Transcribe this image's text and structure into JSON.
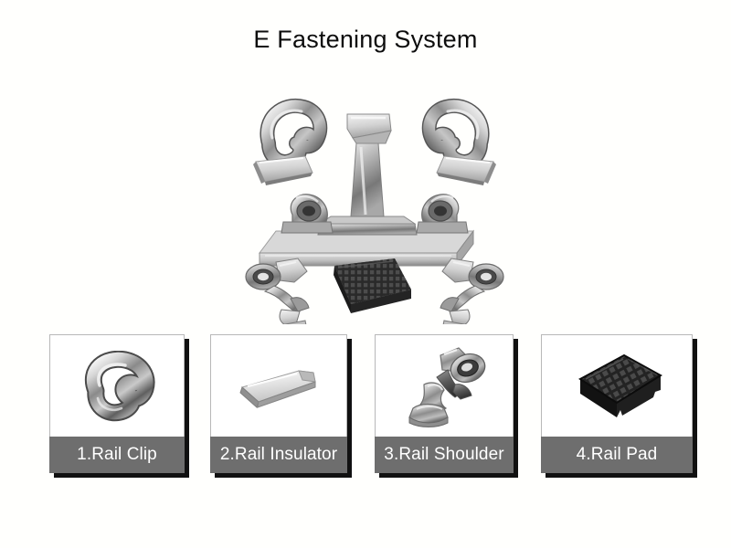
{
  "page": {
    "title": "E Fastening System",
    "background_color": "#fffffd"
  },
  "assembly": {
    "name": "e-fastening-system-exploded-assembly",
    "description": "Exploded view of an E-type rail fastening system showing two rail clips above, two rail insulators, a rail section on a baseplate with two rail shoulders, and below two rail shoulders flanking a rail pad",
    "parts": [
      {
        "name": "rail-clip-left",
        "type": "rail-clip"
      },
      {
        "name": "rail-clip-right",
        "type": "rail-clip"
      },
      {
        "name": "rail-insulator-left",
        "type": "rail-insulator"
      },
      {
        "name": "rail-insulator-right",
        "type": "rail-insulator"
      },
      {
        "name": "rail-section",
        "type": "rail"
      },
      {
        "name": "baseplate",
        "type": "baseplate"
      },
      {
        "name": "rail-shoulder-assembled-left",
        "type": "rail-shoulder"
      },
      {
        "name": "rail-shoulder-assembled-right",
        "type": "rail-shoulder"
      },
      {
        "name": "rail-shoulder-loose-left",
        "type": "rail-shoulder"
      },
      {
        "name": "rail-shoulder-loose-right",
        "type": "rail-shoulder"
      },
      {
        "name": "rail-pad",
        "type": "rail-pad"
      }
    ]
  },
  "cards": [
    {
      "index": "1",
      "label": "1.Rail Clip",
      "icon": "rail-clip-icon",
      "label_bar_color": "#6e6e6e",
      "label_text_color": "#ffffff"
    },
    {
      "index": "2",
      "label": "2.Rail Insulator",
      "icon": "rail-insulator-icon",
      "label_bar_color": "#6e6e6e",
      "label_text_color": "#ffffff"
    },
    {
      "index": "3",
      "label": "3.Rail Shoulder",
      "icon": "rail-shoulder-icon",
      "label_bar_color": "#6e6e6e",
      "label_text_color": "#ffffff"
    },
    {
      "index": "4",
      "label": "4.Rail Pad",
      "icon": "rail-pad-icon",
      "label_bar_color": "#6e6e6e",
      "label_text_color": "#ffffff"
    }
  ]
}
